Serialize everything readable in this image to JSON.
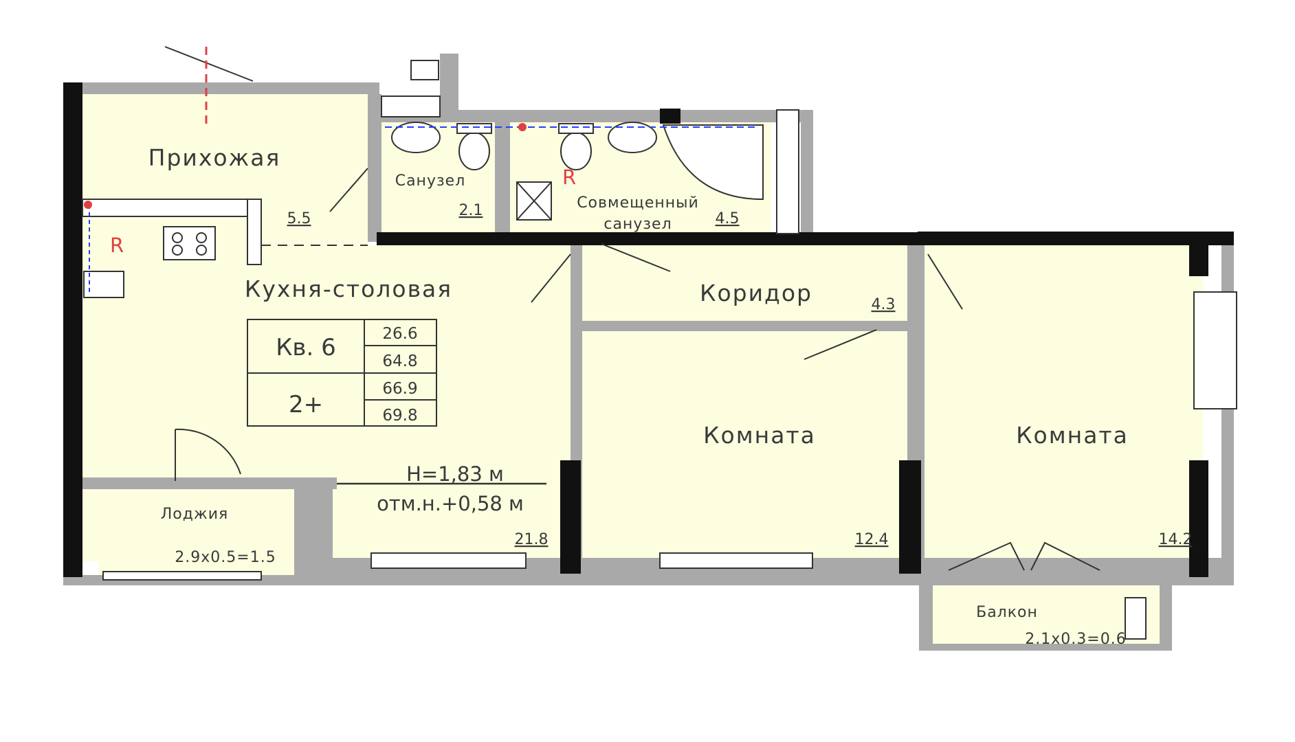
{
  "colors": {
    "room_fill": "#fdfde0",
    "wall": "#a9a9a9",
    "wall_solid": "#111111",
    "riser": "#e04040",
    "pipe": "#2040ff"
  },
  "rooms": {
    "hallway": {
      "name": "Прихожая",
      "area": "5.5"
    },
    "wc": {
      "name": "Санузел",
      "area": "2.1"
    },
    "bathroom": {
      "name_line1": "Совмещенный",
      "name_line2": "санузел",
      "area": "4.5"
    },
    "kitchen": {
      "name": "Кухня-столовая",
      "area": "21.8"
    },
    "corridor": {
      "name": "Коридор",
      "area": "4.3"
    },
    "room1": {
      "name": "Комната",
      "area": "12.4"
    },
    "room2": {
      "name": "Комната",
      "area": "14.2"
    },
    "loggia": {
      "name": "Лоджия",
      "dims": "2.9x0.5=1.5"
    },
    "balcony": {
      "name": "Балкон",
      "dims": "2.1x0.3=0.6"
    }
  },
  "apartment": {
    "number": "Кв. 6",
    "type": "2+",
    "areas": [
      "26.6",
      "64.8",
      "66.9",
      "69.8"
    ]
  },
  "ceiling": {
    "height": "Н=1,83 м",
    "elevation": "отм.н.+0,58 м"
  },
  "riser_mark": "R"
}
